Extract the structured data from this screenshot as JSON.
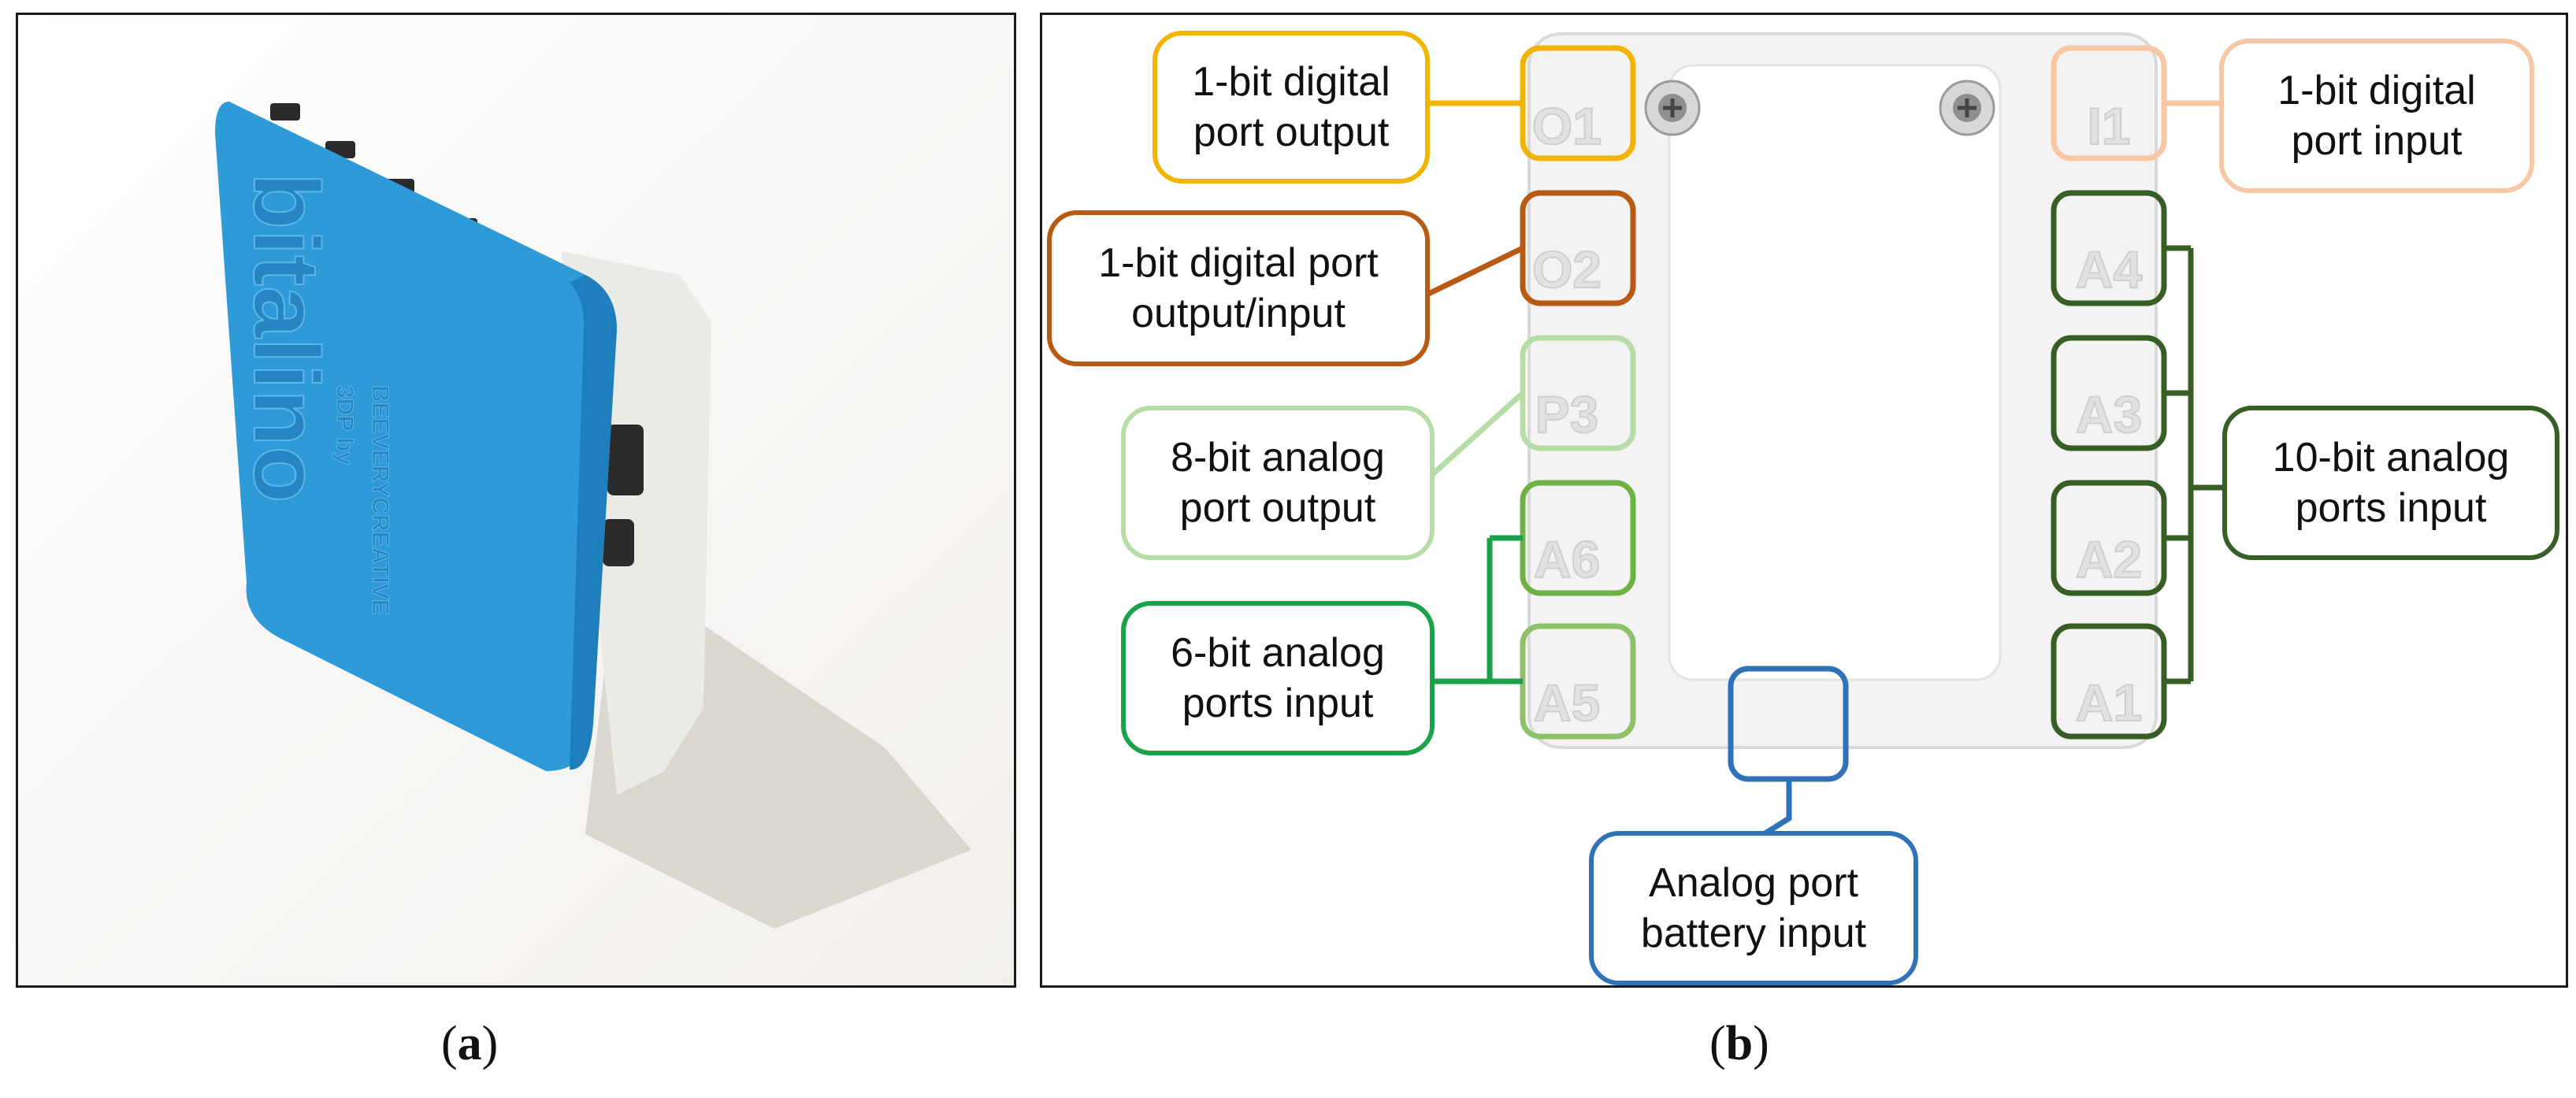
{
  "panel_a": {
    "product_logo": "bitalino",
    "product_sub_1": "3DP by",
    "product_sub_2": "BEEVERYCREATIVE"
  },
  "panel_b": {
    "port_labels": [
      "O1",
      "I1",
      "O2",
      "A4",
      "P3",
      "A3",
      "A6",
      "A2",
      "A5",
      "A1"
    ],
    "callouts": {
      "dig_out": {
        "text": "1-bit digital\nport output",
        "color": "#F2B400"
      },
      "dig_io": {
        "text": "1-bit digital port\noutput/input",
        "color": "#B85A14"
      },
      "analog8": {
        "text": "8-bit analog\nport output",
        "color": "#B7DDA6"
      },
      "analog6": {
        "text": "6-bit analog\nports input",
        "color": "#1AA24A"
      },
      "dig_in": {
        "text": "1-bit digital\nport input",
        "color": "#F7C6A2"
      },
      "analog10": {
        "text": "10-bit analog\nports input",
        "color": "#375F25"
      },
      "battery": {
        "text": "Analog port\nbattery input",
        "color": "#2F72B8"
      }
    },
    "box_colors": {
      "a6": "#6DB344",
      "a5": "#8DC26A"
    }
  },
  "captions": {
    "a_open": "(",
    "a_letter": "a",
    "a_close": ")",
    "b_open": "(",
    "b_letter": "b",
    "b_close": ")"
  }
}
